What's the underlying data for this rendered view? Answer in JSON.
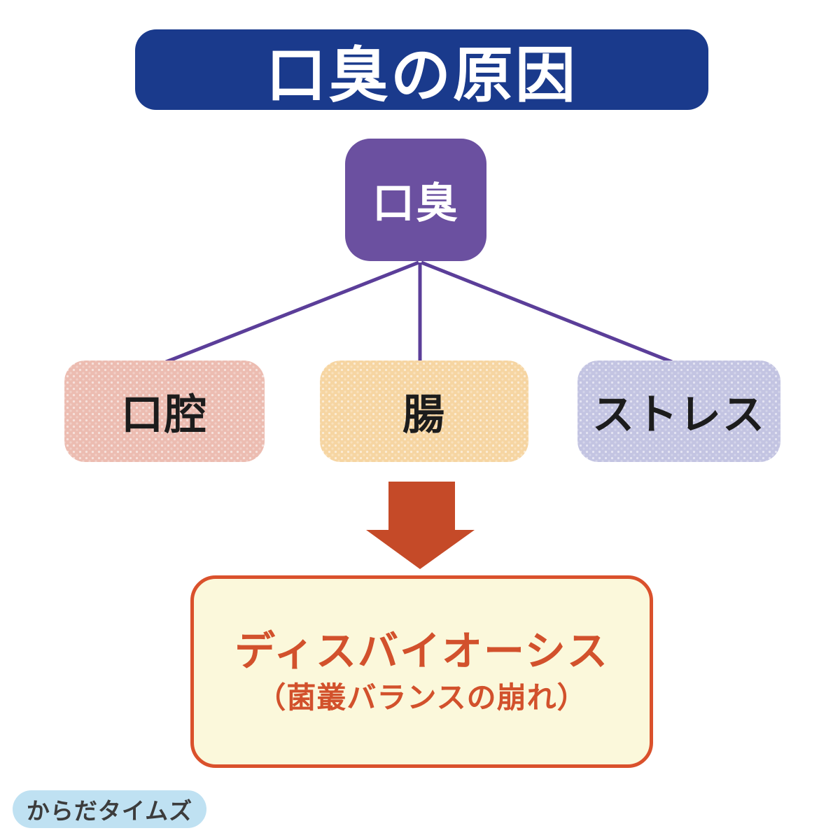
{
  "header": {
    "title": "口臭の原因",
    "bg": "#1A3A8C",
    "text_color": "#FFFFFF"
  },
  "root_node": {
    "label": "口臭",
    "bg": "#6B50A0",
    "text_color": "#FFFFFF"
  },
  "connector_color": "#5B3E99",
  "causes": [
    {
      "label": "口腔",
      "bg": "#ECBCB1"
    },
    {
      "label": "腸",
      "bg": "#F6D5A2"
    },
    {
      "label": "ストレス",
      "bg": "#C3C4E2"
    }
  ],
  "arrow": {
    "name": "down-arrow",
    "color": "#C54A28"
  },
  "result_box": {
    "title": "ディスバイオーシス",
    "subtitle": "（菌叢バランスの崩れ）",
    "bg": "#FBF8DB",
    "border_color": "#DA512C",
    "text_color": "#D2512C"
  },
  "footer_badge": {
    "label": "からだタイムズ",
    "bg": "#BFE1F2",
    "text_color": "#3C3C3C"
  }
}
